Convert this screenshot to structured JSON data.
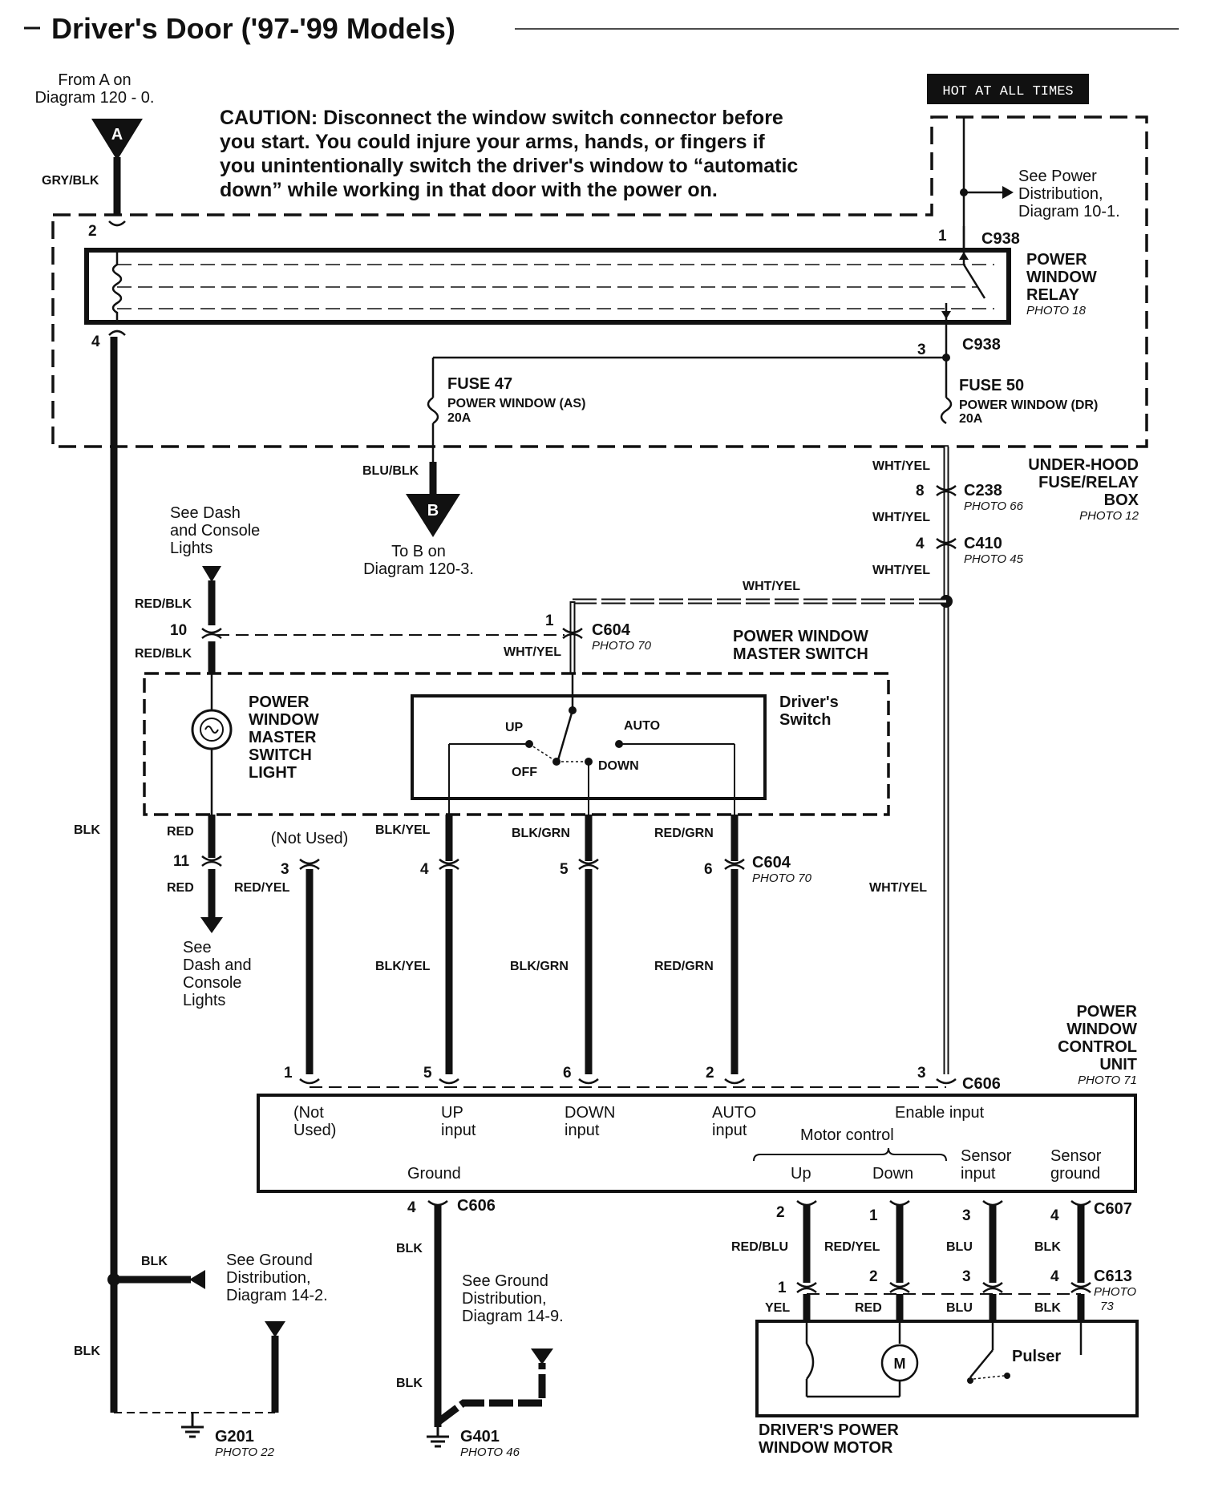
{
  "title": "Driver's Door ('97-'99 Models)",
  "hot_label": "HOT AT ALL TIMES",
  "caution": [
    "CAUTION: Disconnect the window switch connector before",
    "you start. You could injure your arms, hands, or fingers if",
    "you unintentionally switch the driver's window to “automatic",
    "down” while working in that door with the power on."
  ],
  "from_a": [
    "From A on",
    "Diagram 120 - 0."
  ],
  "to_b": [
    "To B on",
    "Diagram 120-3."
  ],
  "connector_a": "A",
  "connector_b": "B",
  "see_power": [
    "See Power",
    "Distribution,",
    "Diagram 10-1."
  ],
  "relay": {
    "name": [
      "POWER",
      "WINDOW",
      "RELAY"
    ],
    "photo": "PHOTO 18",
    "connector": "C938",
    "connector2": "C938",
    "pin_in": "2",
    "pin_out": "4",
    "pin_hot": "1",
    "pin_fuse": "3"
  },
  "fuse47": {
    "name": "FUSE 47",
    "desc": "POWER WINDOW (AS)",
    "amps": "20A"
  },
  "fuse50": {
    "name": "FUSE 50",
    "desc": "POWER WINDOW (DR)",
    "amps": "20A"
  },
  "underhood": {
    "name": [
      "UNDER-HOOD",
      "FUSE/RELAY",
      "BOX"
    ],
    "photo": "PHOTO 12"
  },
  "wires": {
    "gry_blk": "GRY/BLK",
    "blu_blk": "BLU/BLK",
    "wht_yel": "WHT/YEL",
    "red_blk": "RED/BLK",
    "red": "RED",
    "red_yel": "RED/YEL",
    "blk_yel": "BLK/YEL",
    "blk_grn": "BLK/GRN",
    "red_grn": "RED/GRN",
    "blk": "BLK",
    "red_blu": "RED/BLU",
    "blu": "BLU",
    "yel": "YEL"
  },
  "c238": {
    "name": "C238",
    "photo": "PHOTO 66",
    "pin": "8"
  },
  "c410": {
    "name": "C410",
    "photo": "PHOTO 45",
    "pin": "4"
  },
  "dash_lights_top": [
    "See Dash",
    "and Console",
    "Lights"
  ],
  "dash_lights_bottom": [
    "See",
    "Dash and",
    "Console",
    "Lights"
  ],
  "c604_top": {
    "name": "C604",
    "photo": "PHOTO 70",
    "pin": "1",
    "light_pin": "10"
  },
  "c604_bottom": {
    "name": "C604",
    "photo": "PHOTO 70",
    "pins": [
      "11",
      "3",
      "4",
      "5",
      "6"
    ]
  },
  "master_switch_title": [
    "POWER WINDOW",
    "MASTER SWITCH"
  ],
  "master_switch_light": [
    "POWER",
    "WINDOW",
    "MASTER",
    "SWITCH",
    "LIGHT"
  ],
  "drivers_switch": [
    "Driver's",
    "Switch"
  ],
  "switch_positions": {
    "up": "UP",
    "auto": "AUTO",
    "off": "OFF",
    "down": "DOWN"
  },
  "not_used": "(Not Used)",
  "control_unit": {
    "name": [
      "POWER",
      "WINDOW",
      "CONTROL",
      "UNIT"
    ],
    "photo": "PHOTO 71",
    "connector": "C606",
    "top_pins": [
      "1",
      "5",
      "6",
      "2",
      "3"
    ],
    "labels": {
      "not_used": [
        "(Not",
        "Used)"
      ],
      "up_input": [
        "UP",
        "input"
      ],
      "down_input": [
        "DOWN",
        "input"
      ],
      "auto_input": [
        "AUTO",
        "input"
      ],
      "enable": "Enable input",
      "motor_control": "Motor control",
      "up": "Up",
      "down": "Down",
      "sensor_input": [
        "Sensor",
        "input"
      ],
      "sensor_ground": [
        "Sensor",
        "ground"
      ],
      "ground": "Ground"
    },
    "ground_pin": "4",
    "ground_connector": "C606"
  },
  "c607": {
    "name": "C607",
    "pins": [
      "2",
      "1",
      "3",
      "4"
    ]
  },
  "c613": {
    "name": "C613",
    "photo": [
      "PHOTO",
      "73"
    ],
    "pins": [
      "1",
      "2",
      "3",
      "4"
    ]
  },
  "motor": {
    "name": [
      "DRIVER'S POWER",
      "WINDOW MOTOR"
    ],
    "pulser": "Pulser",
    "m": "M"
  },
  "ground_dist_1": [
    "See Ground",
    "Distribution,",
    "Diagram 14-2."
  ],
  "ground_dist_2": [
    "See Ground",
    "Distribution,",
    "Diagram 14-9."
  ],
  "g201": {
    "name": "G201",
    "photo": "PHOTO 22"
  },
  "g401": {
    "name": "G401",
    "photo": "PHOTO 46"
  }
}
